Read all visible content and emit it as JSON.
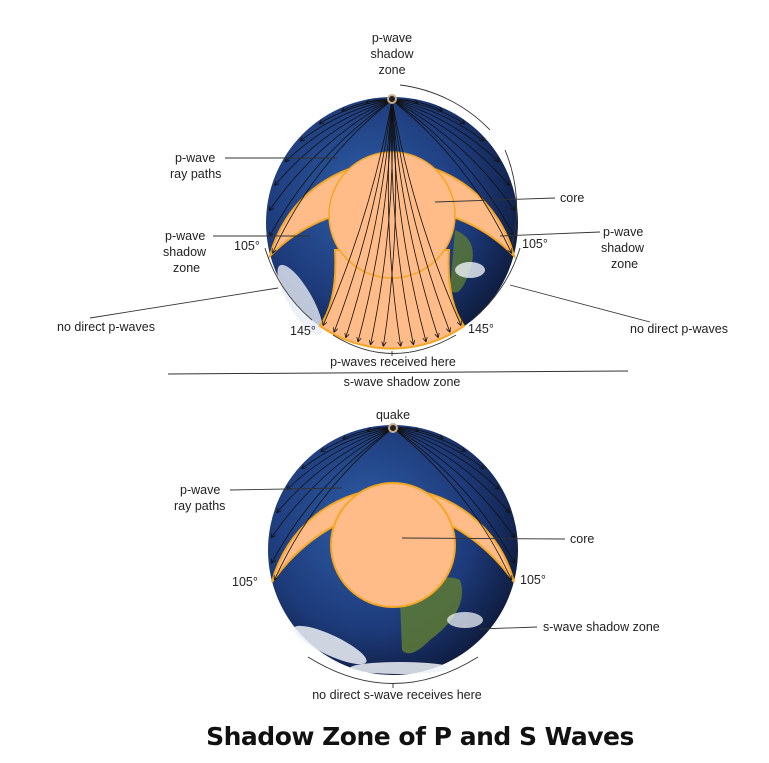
{
  "colors": {
    "mantle": "#ffbb88",
    "outline": "#f5a623",
    "ocean": "#1d3a7a",
    "land": "#5d7a35"
  },
  "top_diagram": {
    "label_top_shadow": [
      "p-wave",
      "shadow",
      "zone"
    ],
    "label_ray_paths": [
      "p-wave",
      "ray paths"
    ],
    "label_core": "core",
    "label_left_shadow": [
      "p-wave",
      "shadow",
      "zone"
    ],
    "label_right_shadow": [
      "p-wave",
      "shadow",
      "zone"
    ],
    "angle_105_left": "105°",
    "angle_105_right": "105°",
    "angle_145_left": "145°",
    "angle_145_right": "145°",
    "label_no_direct_left": "no direct p-waves",
    "label_no_direct_right": "no direct p-waves",
    "label_received": "p-waves received here",
    "label_s_shadow": "s-wave shadow zone"
  },
  "bottom_diagram": {
    "label_quake": "quake",
    "label_ray_paths": [
      "p-wave",
      "ray paths"
    ],
    "label_core": "core",
    "angle_105_left": "105°",
    "angle_105_right": "105°",
    "label_s_shadow": "s-wave shadow zone",
    "label_no_direct_s": "no direct s-wave receives here"
  },
  "title": "Shadow Zone of P and S Waves"
}
